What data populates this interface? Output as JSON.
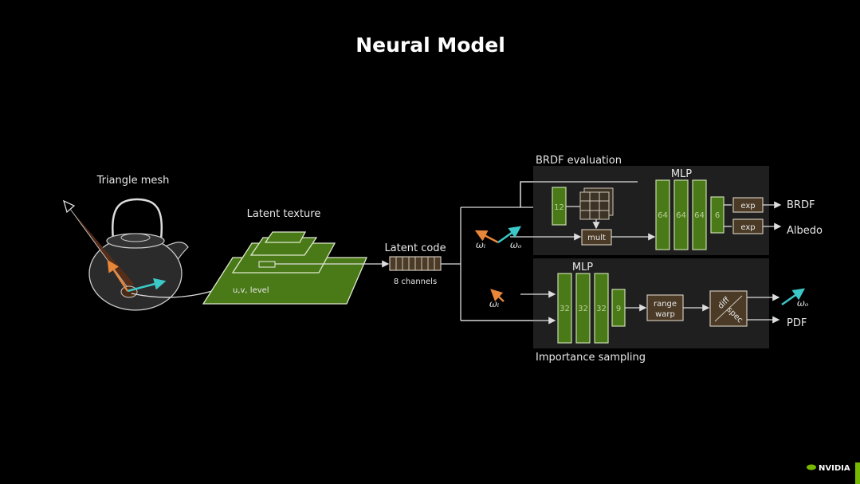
{
  "title": "Neural Model",
  "mesh": {
    "label": "Triangle mesh"
  },
  "texture": {
    "label": "Latent texture",
    "lookup_label": "u,v, level"
  },
  "latent_code": {
    "label": "Latent code",
    "channels_label": "8 channels"
  },
  "brdf_eval": {
    "label": "BRDF evaluation",
    "mlp_label": "MLP",
    "input_box": "12",
    "mult_label": "mult",
    "layers": [
      "64",
      "64",
      "64"
    ],
    "output_box": "6",
    "exp_labels": [
      "exp",
      "exp"
    ],
    "outputs": [
      "BRDF",
      "Albedo"
    ],
    "omega_i": "ωᵢ",
    "omega_o": "ωₒ"
  },
  "importance": {
    "label": "Importance sampling",
    "mlp_label": "MLP",
    "layers": [
      "32",
      "32",
      "32"
    ],
    "output_box": "9",
    "range_warp": [
      "range",
      "warp"
    ],
    "diff_spec": [
      "diff",
      "spec"
    ],
    "outputs": [
      "ωₒ",
      "PDF"
    ],
    "omega_i": "ωᵢ"
  },
  "logo": {
    "text": "NVIDIA"
  },
  "colors": {
    "green": "#4a7a17",
    "brown": "#4a3a26",
    "orange": "#e8863a",
    "cyan": "#3cc8c8",
    "nvidia_green": "#76b900"
  }
}
